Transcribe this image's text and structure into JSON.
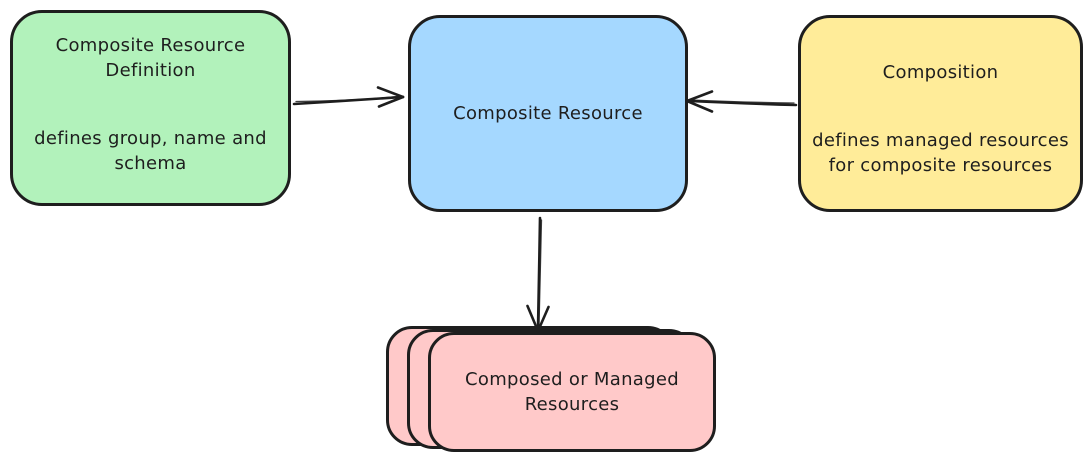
{
  "diagram": {
    "background": "#ffffff",
    "stroke_color": "#1e1e1e",
    "nodes": {
      "composite_resource_definition": {
        "title": "Composite Resource Definition",
        "description": "defines group, name and schema",
        "fill": "#b2f2bb"
      },
      "composite_resource": {
        "title": "Composite Resource",
        "fill": "#a5d8ff"
      },
      "composition": {
        "title": "Composition",
        "description": "defines managed resources for composite resources",
        "fill": "#ffec99"
      },
      "composed_resources": {
        "title": "Composed or Managed Resources",
        "fill": "#ffc9c9",
        "stacked_cards": 3
      }
    },
    "edges": [
      {
        "from": "composite_resource_definition",
        "to": "composite_resource",
        "direction": "right"
      },
      {
        "from": "composition",
        "to": "composite_resource",
        "direction": "left"
      },
      {
        "from": "composite_resource",
        "to": "composed_resources",
        "direction": "down"
      }
    ]
  }
}
